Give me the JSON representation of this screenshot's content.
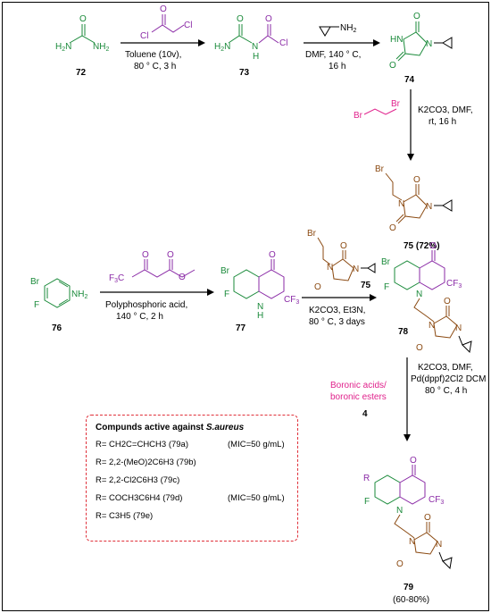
{
  "compounds": {
    "c72": "72",
    "c73": "73",
    "c74": "74",
    "c75": "75 (72%)",
    "c75_small": "75",
    "c76": "76",
    "c77": "77",
    "c78": "78",
    "c79": "79",
    "c79_yield": "(60-80%)"
  },
  "conditions": {
    "step1_line1": "Toluene (10v),",
    "step1_line2": "80 ° C, 3 h",
    "step2_line1": "DMF, 140 ° C,",
    "step2_line2": "16 h",
    "step3_line1": "K2CO3, DMF,",
    "step3_line2": "rt, 16 h",
    "step4_line1": "Polyphosphoric acid,",
    "step4_line2": "140 ° C, 2 h",
    "step5_line1": "K2CO3, Et3N,",
    "step5_line2": "80 ° C, 3 days",
    "step6_line1": "K2CO3, DMF,",
    "step6_line2": "Pd(dppf)2Cl2 DCM",
    "step6_line3": "80 ° C, 4 h",
    "boronic_line1": "Boronic acids/",
    "boronic_line2": "boronic esters",
    "boronic_num": "4"
  },
  "legend": {
    "title_prefix": "Compunds active against ",
    "title_organism": "S.aureus",
    "rows": [
      {
        "r": "R= CH2C=CHCH3  (79a)",
        "mic": "(MIC=50 g/mL)"
      },
      {
        "r": "R= 2,2-(MeO)2C6H3  (79b)",
        "mic": ""
      },
      {
        "r": "R= 2,2-Cl2C6H3   (79c)",
        "mic": ""
      },
      {
        "r": "R= COCH3C6H4  (79d)",
        "mic": "(MIC=50 g/mL)"
      },
      {
        "r": "R= C3H5  (79e)",
        "mic": ""
      }
    ]
  },
  "colors": {
    "green": "#1a8a3a",
    "brown": "#8b4a12",
    "purple": "#8a2aa6",
    "pink": "#e0228c",
    "dashed_border": "#e0303a"
  }
}
